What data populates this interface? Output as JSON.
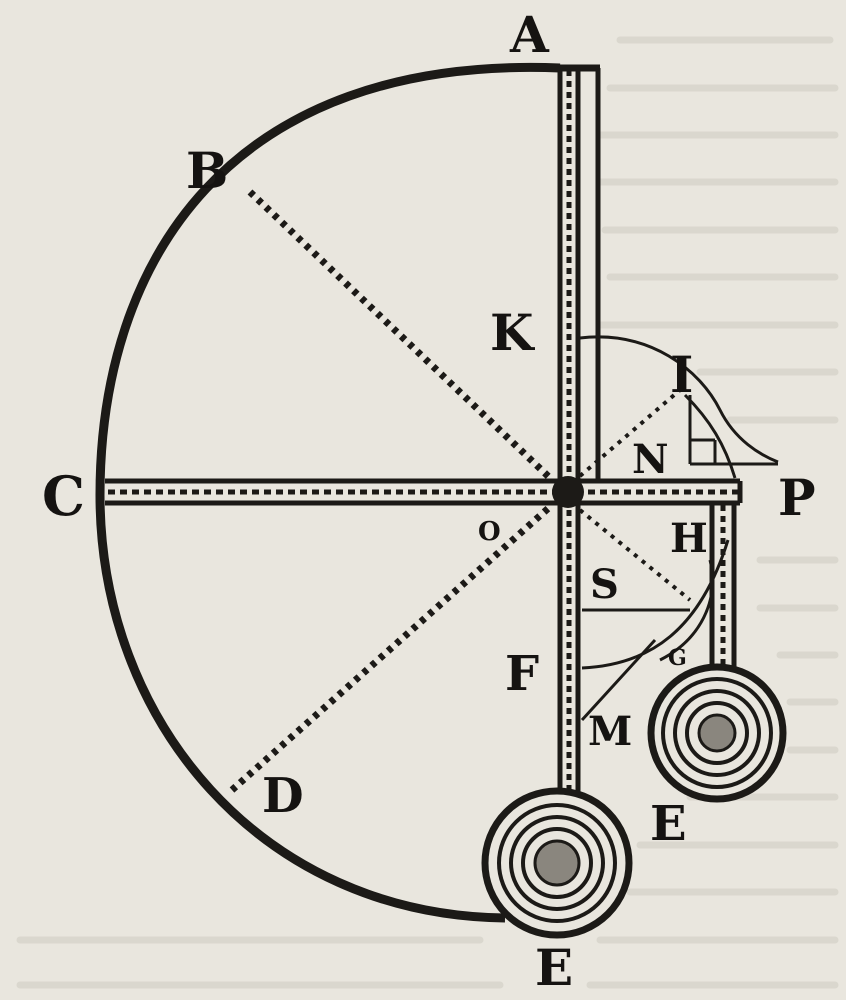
{
  "figure": {
    "labels": {
      "A": "A",
      "B": "B",
      "C": "C",
      "D": "D",
      "E_bottom": "E",
      "E_right": "E",
      "F": "F",
      "G": "G",
      "H": "H",
      "I": "I",
      "K": "K",
      "M": "M",
      "N": "N",
      "O": "O",
      "P": "P",
      "S": "S"
    },
    "colors": {
      "paper": "#e9e6de",
      "ink": "#1c1a17",
      "bleed_through": "#cfcbc1"
    }
  }
}
